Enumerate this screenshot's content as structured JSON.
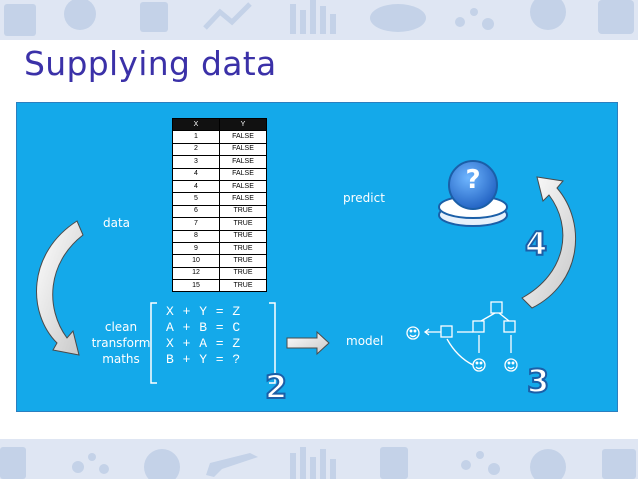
{
  "slide": {
    "title": "Supplying data"
  },
  "labels": {
    "data": "data",
    "predict": "predict",
    "model": "model",
    "clean": "clean",
    "transform": "transform",
    "maths": "maths"
  },
  "table": {
    "headers": [
      "X",
      "Y"
    ],
    "rows": [
      [
        "1",
        "FALSE"
      ],
      [
        "2",
        "FALSE"
      ],
      [
        "3",
        "FALSE"
      ],
      [
        "4",
        "FALSE"
      ],
      [
        "4",
        "FALSE"
      ],
      [
        "5",
        "FALSE"
      ],
      [
        "6",
        "TRUE"
      ],
      [
        "7",
        "TRUE"
      ],
      [
        "8",
        "TRUE"
      ],
      [
        "9",
        "TRUE"
      ],
      [
        "10",
        "TRUE"
      ],
      [
        "12",
        "TRUE"
      ],
      [
        "15",
        "TRUE"
      ]
    ]
  },
  "equations": [
    "X + Y = Z",
    "A + B = C",
    "X + A = Z",
    "B + Y = ?"
  ],
  "step_numbers": {
    "two": "2",
    "three": "3",
    "four": "4"
  },
  "crystal_ball": {
    "symbol": "?"
  },
  "colors": {
    "panel": "#14a9ea",
    "title": "#3b31a8",
    "band": "#dfe6f3",
    "band_icon": "#c4d2e8",
    "outline": "#1b5fa8"
  }
}
